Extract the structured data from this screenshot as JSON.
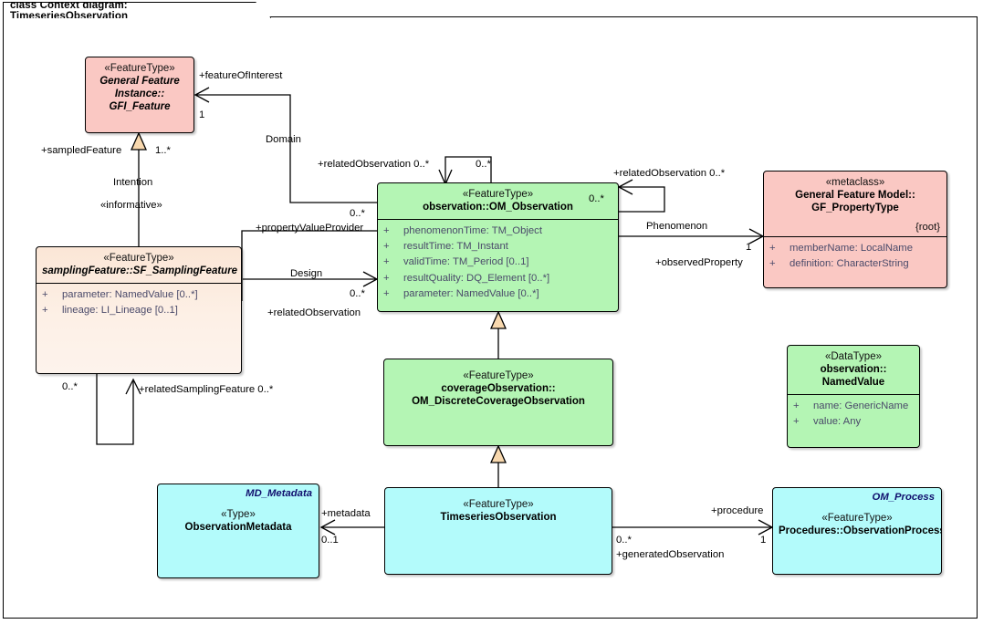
{
  "diagram": {
    "title": "class Context diagram: TimeseriesObservation",
    "colors": {
      "pink": "#fac8c3",
      "green": "#b4f5b4",
      "cyan": "#b3fbfb",
      "tan": "#fbe6d6",
      "line": "#000000",
      "generalization_fill": "#f8d8ae"
    }
  },
  "classes": {
    "gfi_feature": {
      "stereotype": "«FeatureType»",
      "name_line1": "General Feature",
      "name_line2": "Instance::",
      "name_line3": "GFI_Feature"
    },
    "sampling_feature": {
      "stereotype": "«FeatureType»",
      "name": "samplingFeature::SF_SamplingFeature",
      "attributes": [
        {
          "visibility": "+",
          "text": "parameter: NamedValue [0..*]"
        },
        {
          "visibility": "+",
          "text": "lineage: LI_Lineage [0..1]"
        }
      ]
    },
    "om_observation": {
      "stereotype": "«FeatureType»",
      "name": "observation::OM_Observation",
      "corner_multiplicity": "0..*",
      "attributes": [
        {
          "visibility": "+",
          "text": "phenomenonTime: TM_Object"
        },
        {
          "visibility": "+",
          "text": "resultTime: TM_Instant"
        },
        {
          "visibility": "+",
          "text": "validTime: TM_Period [0..1]"
        },
        {
          "visibility": "+",
          "text": "resultQuality: DQ_Element [0..*]"
        },
        {
          "visibility": "+",
          "text": "parameter: NamedValue [0..*]"
        }
      ]
    },
    "gf_propertytype": {
      "stereotype": "«metaclass»",
      "name_line1": "General Feature Model::",
      "name_line2": "GF_PropertyType",
      "constraint": "{root}",
      "attributes": [
        {
          "visibility": "+",
          "text": "memberName: LocalName"
        },
        {
          "visibility": "+",
          "text": "definition: CharacterString"
        }
      ]
    },
    "discrete_coverage_observation": {
      "stereotype": "«FeatureType»",
      "name_line1": "coverageObservation::",
      "name_line2": "OM_DiscreteCoverageObservation"
    },
    "named_value": {
      "stereotype": "«DataType»",
      "name_line1": "observation::",
      "name_line2": "NamedValue",
      "attributes": [
        {
          "visibility": "+",
          "text": "name: GenericName"
        },
        {
          "visibility": "+",
          "text": "value: Any"
        }
      ]
    },
    "observation_metadata": {
      "package": "MD_Metadata",
      "stereotype": "«Type»",
      "name": "ObservationMetadata"
    },
    "timeseries_observation": {
      "stereotype": "«FeatureType»",
      "name": "TimeseriesObservation"
    },
    "observation_process": {
      "package": "OM_Process",
      "stereotype": "«FeatureType»",
      "name": "Procedures::ObservationProcess"
    }
  },
  "edge_labels": {
    "feature_of_interest": "+featureOfInterest",
    "feature_of_interest_mult": "1",
    "domain": "Domain",
    "sampled_feature": "+sampledFeature",
    "sampled_feature_mult": "1..*",
    "intention": "Intention",
    "informative": "«informative»",
    "related_observation_top": "+relatedObservation 0..*",
    "related_observation_top_mult": "0..*",
    "property_value_provider": "+propertyValueProvider",
    "property_value_provider_mult": "0..*",
    "design": "Design",
    "related_observation_left": "+relatedObservation",
    "related_observation_left_mult": "0..*",
    "related_observation_right": "+relatedObservation 0..*",
    "related_observation_right_mult": "0..*",
    "phenomenon": "Phenomenon",
    "observed_property": "+observedProperty",
    "observed_property_mult": "1",
    "related_sampling_feature": "+relatedSamplingFeature 0..*",
    "related_sampling_feature_mult": "0..*",
    "metadata": "+metadata",
    "metadata_mult": "0..1",
    "procedure": "+procedure",
    "procedure_mult": "1",
    "generated_observation": "+generatedObservation",
    "generated_observation_mult": "0..*"
  }
}
